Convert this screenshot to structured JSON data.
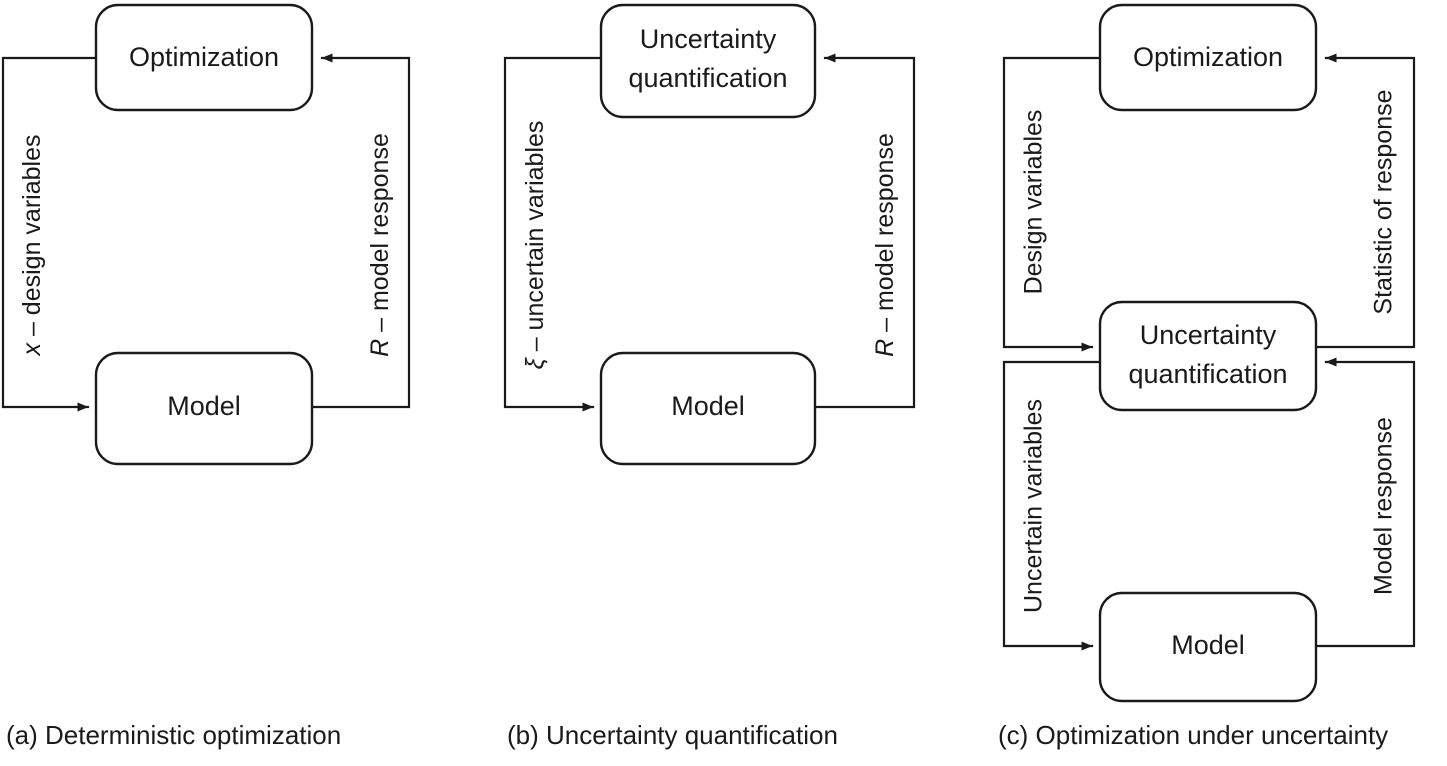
{
  "figure": {
    "background_color": "#ffffff",
    "stroke_color": "#1a1a1a",
    "panels": [
      {
        "id": "a",
        "caption": "(a) Deterministic optimization",
        "nodes": {
          "top": "Optimization",
          "bottom": "Model"
        },
        "edges": {
          "left_label": "x – design variables",
          "left_symbol": "x",
          "left_text": " – design variables",
          "right_label": "R – model response",
          "right_symbol": "R",
          "right_text": " – model response"
        }
      },
      {
        "id": "b",
        "caption": "(b) Uncertainty quantification",
        "nodes": {
          "top_line1": "Uncertainty",
          "top_line2": "quantification",
          "bottom": "Model"
        },
        "edges": {
          "left_label": "ξ – uncertain variables",
          "left_symbol": "ξ",
          "left_text": " – uncertain variables",
          "right_label": "R – model response",
          "right_symbol": "R",
          "right_text": " – model response"
        }
      },
      {
        "id": "c",
        "caption": "(c) Optimization under uncertainty",
        "nodes": {
          "top": "Optimization",
          "middle_line1": "Uncertainty",
          "middle_line2": "quantification",
          "bottom": "Model"
        },
        "edges": {
          "outer_left_label": "Design variables",
          "outer_right_label": "Statistic of response",
          "inner_left_label": "Uncertain variables",
          "inner_right_label": "Model response"
        }
      }
    ]
  }
}
